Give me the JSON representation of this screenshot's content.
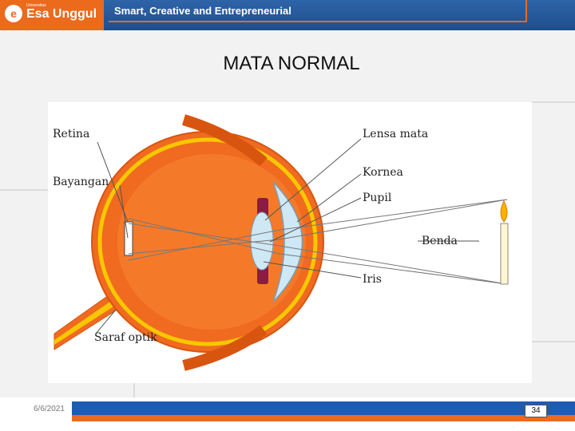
{
  "header": {
    "logo_tagline": "Universitas",
    "logo_text": "Esa Unggul",
    "tagline": "Smart, Creative and Entrepreneurial"
  },
  "slide": {
    "title": "MATA NORMAL"
  },
  "diagram": {
    "labels": {
      "retina": "Retina",
      "bayangan": "Bayangan",
      "saraf_optik": "Saraf optik",
      "lensa_mata": "Lensa mata",
      "kornea": "Kornea",
      "pupil": "Pupil",
      "benda": "Benda",
      "iris": "Iris"
    }
  },
  "footer": {
    "date": "6/6/2021",
    "page": "34"
  },
  "colors": {
    "header_blue": "#1f4e8c",
    "brand_orange": "#ec6a1c",
    "eye_orange": "#f06a20",
    "sclera_yellow": "#f7c800",
    "cornea_blue": "#cfe8f5"
  }
}
